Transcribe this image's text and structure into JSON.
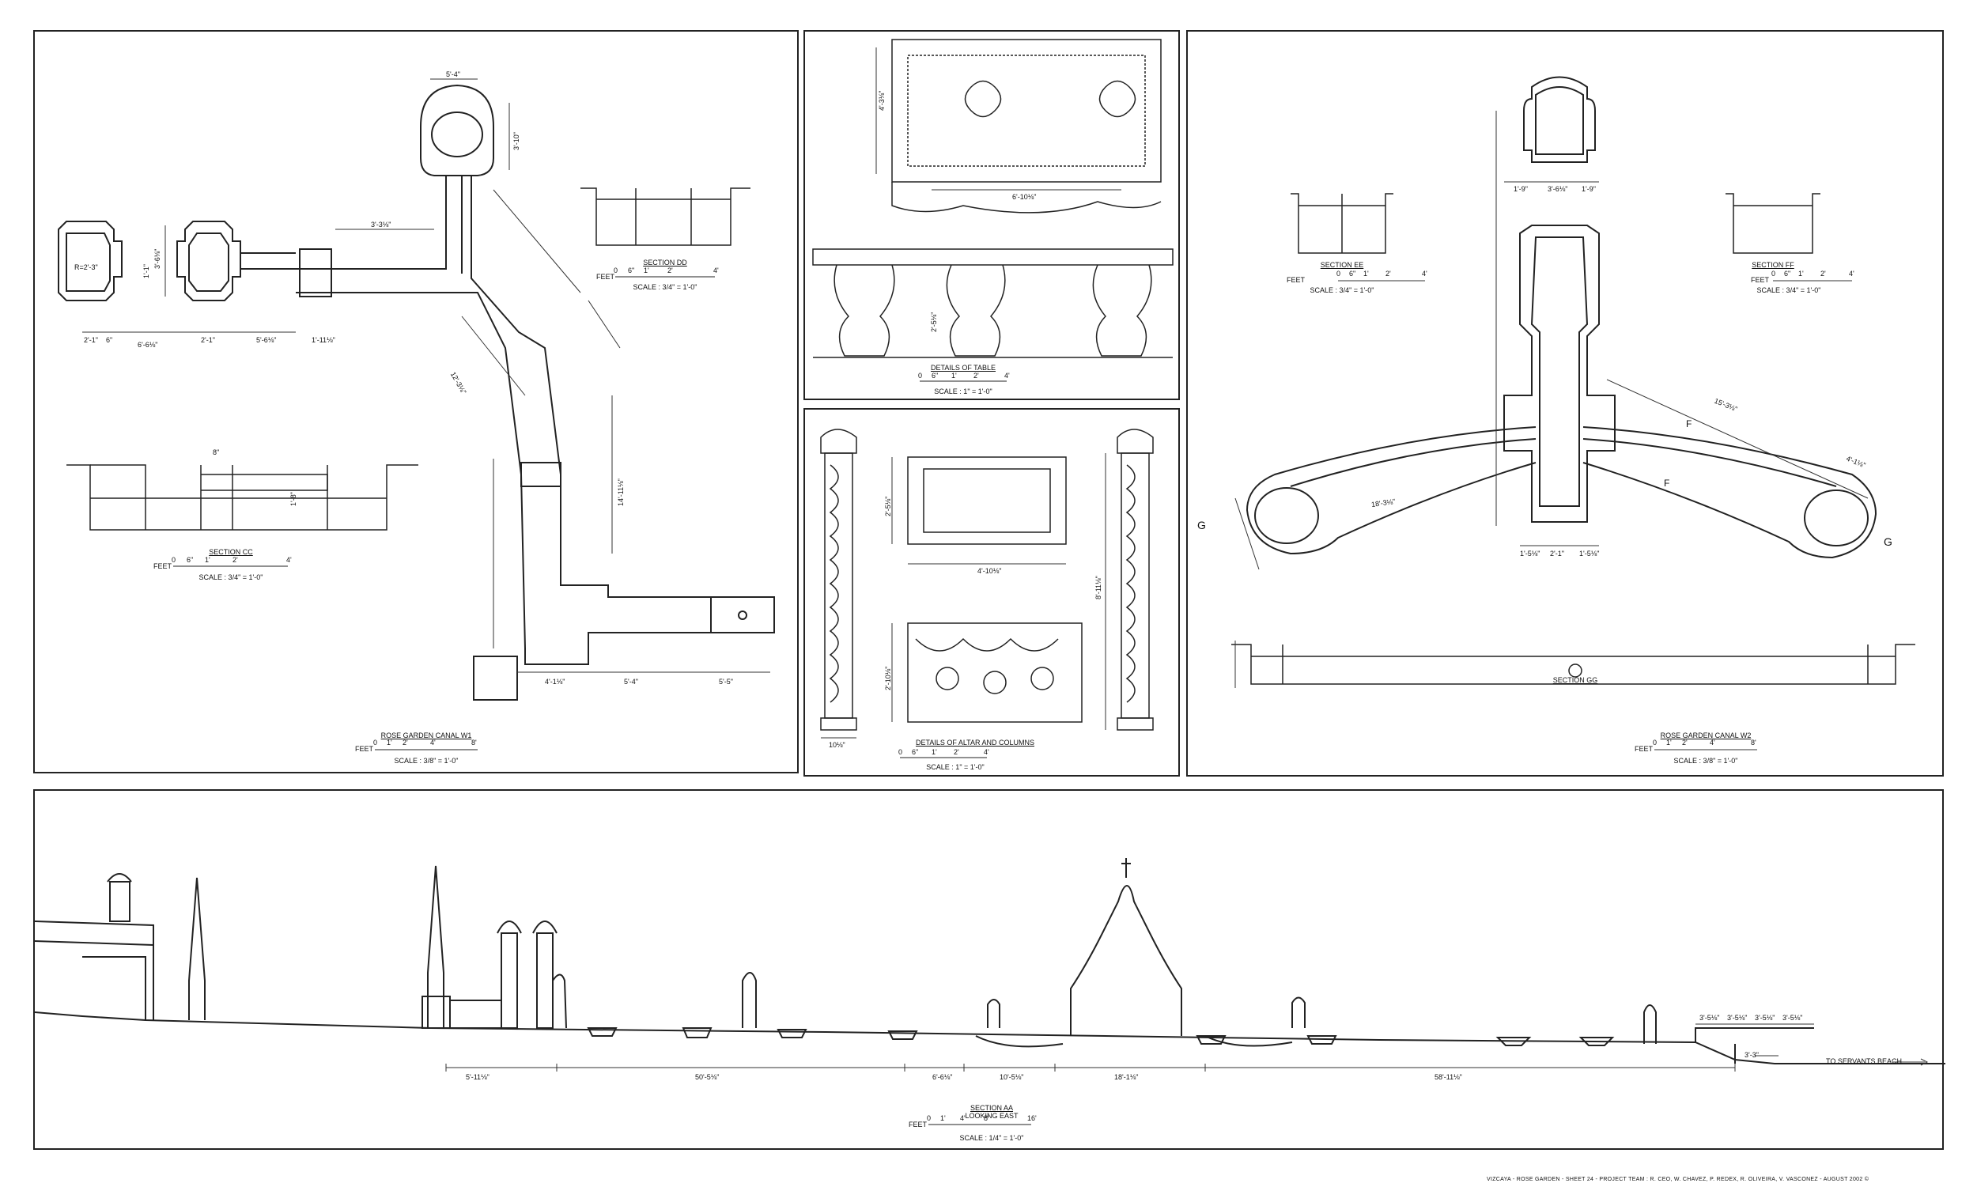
{
  "panels": {
    "w1": {
      "title": "ROSE GARDEN CANAL W1",
      "scale": "SCALE : 3/8\" = 1'-0\"",
      "scalebar": {
        "feet": "FEET",
        "ticks": [
          "0",
          "1'",
          "2'",
          "4'",
          "8'"
        ]
      },
      "section_dd": {
        "title": "SECTION DD",
        "scale": "SCALE : 3/4\" = 1'-0\"",
        "ticks": [
          "0",
          "6\"",
          "1'",
          "2'",
          "4'"
        ]
      },
      "section_cc": {
        "title": "SECTION CC",
        "scale": "SCALE : 3/4\" = 1'-0\"",
        "ticks": [
          "0",
          "6\"",
          "1'",
          "2'",
          "4'"
        ]
      },
      "dims": {
        "d1": "5'-4\"",
        "d2": "3'-10\"",
        "d3": "3'-3⅛\"",
        "d4": "R=2'-3\"",
        "d5": "2'-1\"",
        "d6": "6\"",
        "d7": "6'-6⅛\"",
        "d8": "2'-1\"",
        "d9": "5'-6⅛\"",
        "d10": "1'-11⅛\"",
        "d11": "1'-1\"",
        "d12": "3'-6⅛\"",
        "d13": "8\"",
        "d14": "1'-8\"",
        "d15": "14'-11⅛\"",
        "d16": "4'-1⅛\"",
        "d17": "5'-4\"",
        "d18": "5'-5\"",
        "d19": "12'-3⅛\""
      }
    },
    "table": {
      "title": "DETAILS OF TABLE",
      "scale": "SCALE : 1\" = 1'-0\"",
      "ticks": [
        "0",
        "6\"",
        "1'",
        "2'",
        "4'"
      ],
      "dims": {
        "d1": "6'-10⅛\"",
        "d2": "4'-3⅛\"",
        "d3": "2'-5⅛\""
      }
    },
    "altar": {
      "title": "DETAILS OF ALTAR AND COLUMNS",
      "scale": "SCALE : 1\" = 1'-0\"",
      "ticks": [
        "0",
        "6\"",
        "1'",
        "2'",
        "4'"
      ],
      "dims": {
        "d1": "4'-10⅛\"",
        "d2": "2'-5⅛\"",
        "d3": "2'-10⅛\"",
        "d4": "8'-11⅛\"",
        "d5": "10⅛\""
      }
    },
    "w2": {
      "title": "ROSE GARDEN CANAL W2",
      "scale": "SCALE : 3/8\" = 1'-0\"",
      "ticks": [
        "0",
        "1'",
        "2'",
        "4'",
        "8'"
      ],
      "section_ee": {
        "title": "SECTION EE",
        "scale": "SCALE : 3/4\" = 1'-0\"",
        "ticks": [
          "0",
          "6\"",
          "1'",
          "2'",
          "4'"
        ]
      },
      "section_ff": {
        "title": "SECTION FF",
        "scale": "SCALE : 3/4\" = 1'-0\"",
        "ticks": [
          "0",
          "6\"",
          "1'",
          "2'",
          "4'"
        ]
      },
      "section_gg": {
        "title": "SECTION GG"
      },
      "dims": {
        "d1": "1'-9\"",
        "d2": "3'-6⅛\"",
        "d3": "1'-9\"",
        "d4": "15'-3⅛\"",
        "d5": "4'-1⅛\"",
        "d6": "18'-3⅛\"",
        "d7": "1'-5⅛\"",
        "d8": "2'-1\"",
        "d9": "1'-5⅛\"",
        "g": "G",
        "f": "F"
      }
    },
    "section_aa": {
      "title": "SECTION AA",
      "subtitle": "LOOKING EAST",
      "scale": "SCALE : 1/4\" = 1'-0\"",
      "ticks": [
        "0",
        "1'",
        "4'",
        "8'",
        "16'"
      ],
      "dims": [
        "5'-11⅛\"",
        "50'-5⅛\"",
        "6'-6⅛\"",
        "10'-5⅛\"",
        "18'-1⅛\"",
        "58'-11⅛\""
      ],
      "steps": [
        "3'-5⅛\"",
        "3'-5⅛\"",
        "3'-5⅛\"",
        "3'-5⅛\""
      ],
      "step_height": "3'-3\"",
      "to_label": "TO SERVANTS BEACH"
    }
  },
  "footer": "VIZCAYA - ROSE GARDEN - SHEET 24 - PROJECT TEAM : R. CEO, W. CHAVEZ, P. REDEX, R. OLIVEIRA, V. VASCONEZ - AUGUST 2002 ©"
}
